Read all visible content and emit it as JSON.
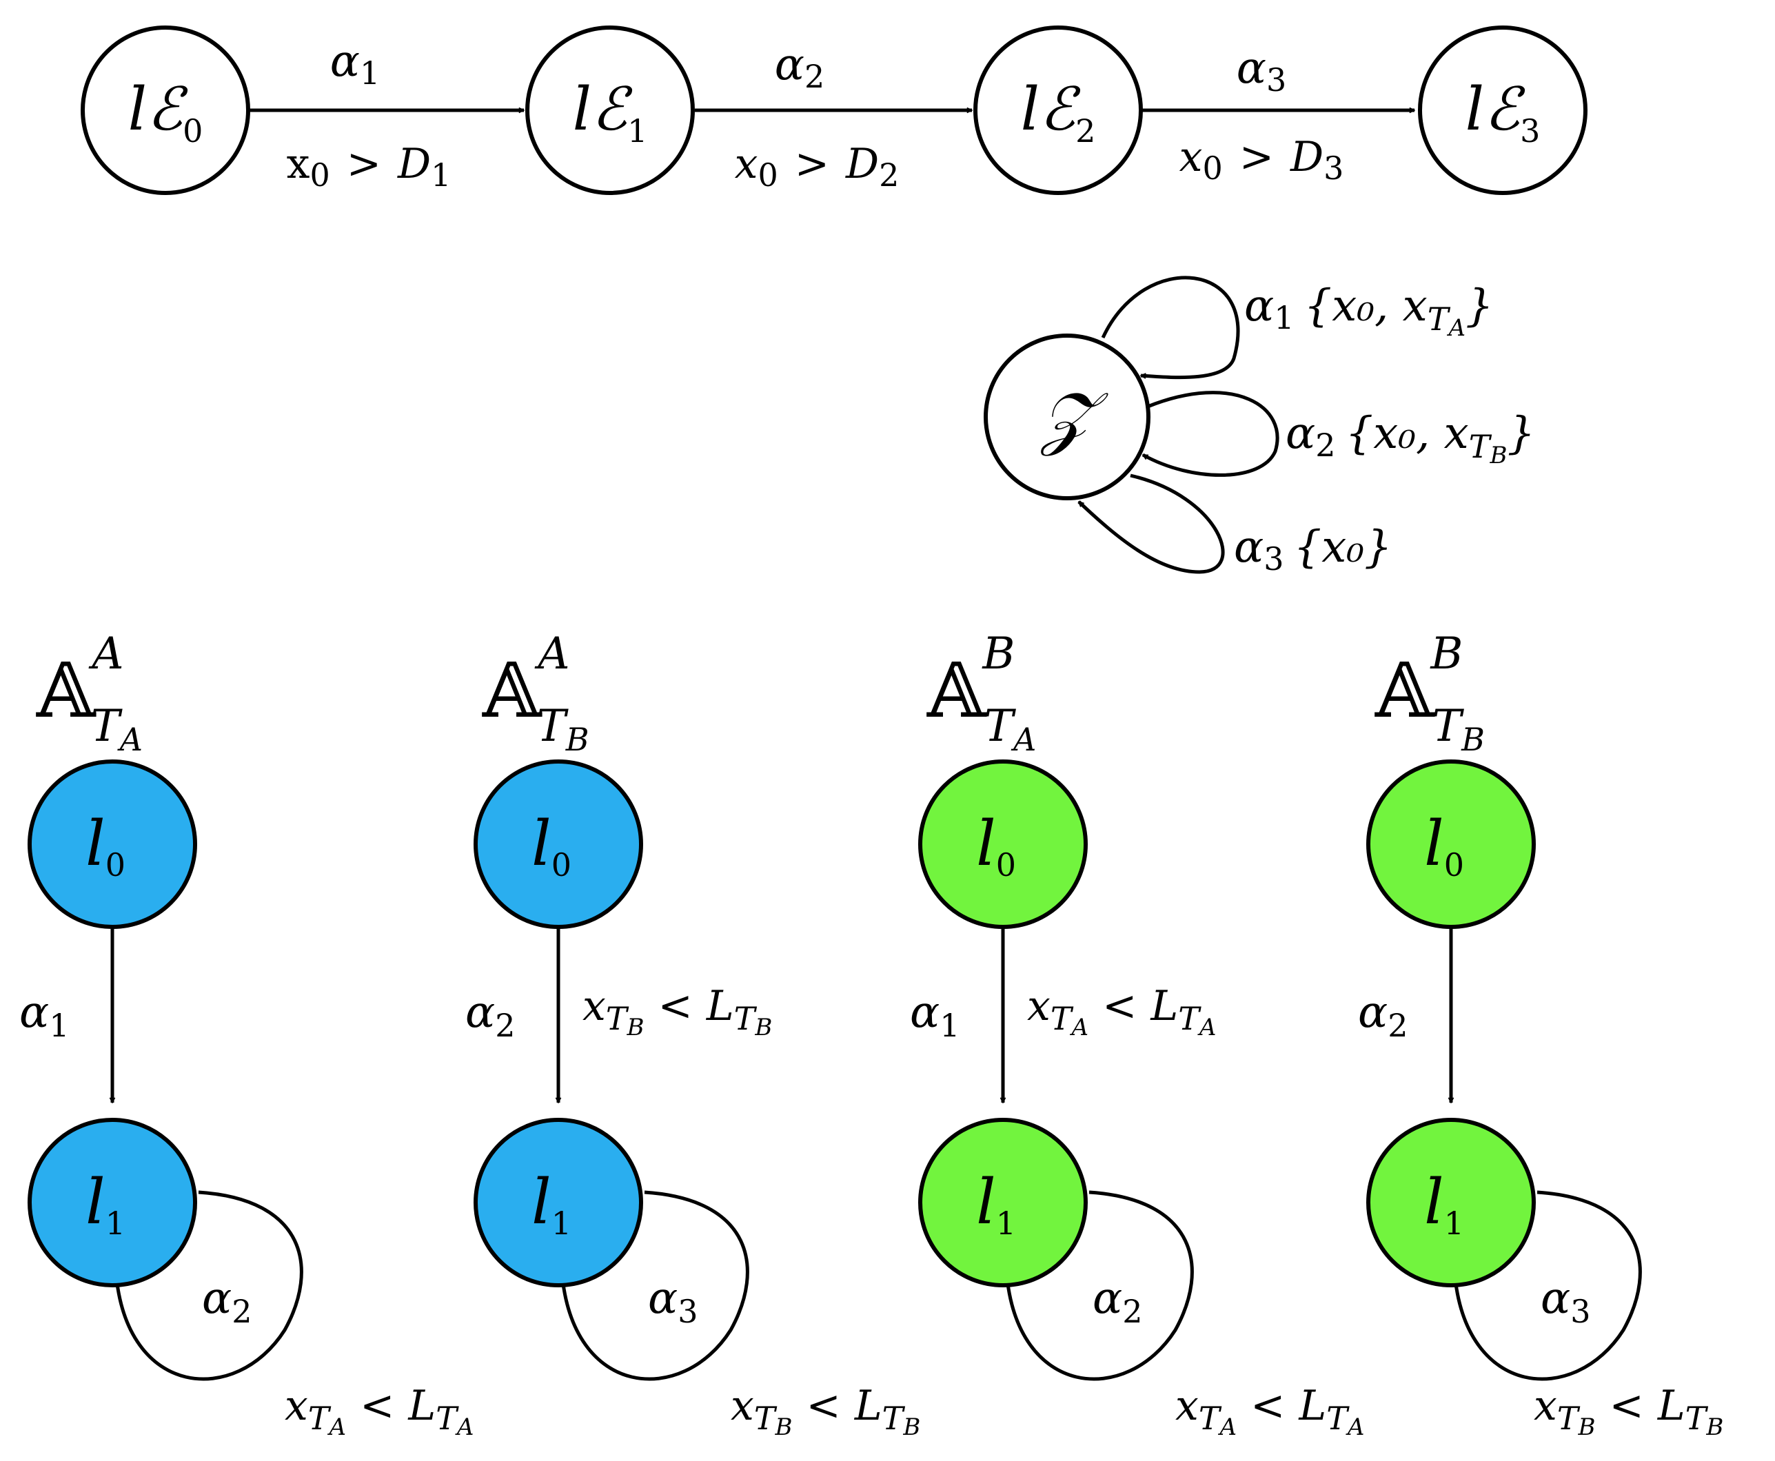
{
  "colors": {
    "blue": "#2AAEEF",
    "green": "#72F43E",
    "white": "#FFFFFF",
    "stroke": "#000000"
  },
  "top_chain": {
    "states": [
      {
        "base": "lℰ",
        "sub": "0"
      },
      {
        "base": "lℰ",
        "sub": "1"
      },
      {
        "base": "lℰ",
        "sub": "2"
      },
      {
        "base": "lℰ",
        "sub": "3"
      }
    ],
    "edges": [
      {
        "action": "α",
        "action_sub": "1",
        "guard_var": "x",
        "guard_var_sub": "0",
        "op": ">",
        "bound": "D",
        "bound_sub": "1"
      },
      {
        "action": "α",
        "action_sub": "2",
        "guard_var": "x",
        "guard_var_sub": "0",
        "op": ">",
        "bound": "D",
        "bound_sub": "2"
      },
      {
        "action": "α",
        "action_sub": "3",
        "guard_var": "x",
        "guard_var_sub": "0",
        "op": ">",
        "bound": "D",
        "bound_sub": "3"
      }
    ]
  },
  "z_node": {
    "label": "𝒵",
    "loops": [
      {
        "action": "α",
        "action_sub": "1",
        "reset": "{x₀, x",
        "reset_sub": "T",
        "reset_subsub": "A",
        "close": "}"
      },
      {
        "action": "α",
        "action_sub": "2",
        "reset": "{x₀, x",
        "reset_sub": "T",
        "reset_subsub": "B",
        "close": "}"
      },
      {
        "action": "α",
        "action_sub": "3",
        "reset": "{x₀}",
        "reset_sub": "",
        "reset_subsub": "",
        "close": ""
      }
    ]
  },
  "automata": [
    {
      "title": "𝔸",
      "title_sup": "A",
      "title_sub": "T",
      "title_subsub": "A",
      "color": "blue",
      "l0": {
        "base": "l",
        "sub": "0"
      },
      "l1": {
        "base": "l",
        "sub": "1"
      },
      "edge_action": "α",
      "edge_action_sub": "1",
      "edge_guard": {
        "var": "",
        "var_sub": "",
        "var_subsub": "",
        "op": "",
        "bound": "",
        "bound_sub": "",
        "bound_subsub": ""
      },
      "loop_action": "α",
      "loop_action_sub": "2",
      "loop_guard": {
        "var": "x",
        "var_sub": "T",
        "var_subsub": "A",
        "op": "<",
        "bound": "L",
        "bound_sub": "T",
        "bound_subsub": "A"
      }
    },
    {
      "title": "𝔸",
      "title_sup": "A",
      "title_sub": "T",
      "title_subsub": "B",
      "color": "blue",
      "l0": {
        "base": "l",
        "sub": "0"
      },
      "l1": {
        "base": "l",
        "sub": "1"
      },
      "edge_action": "α",
      "edge_action_sub": "2",
      "edge_guard": {
        "var": "x",
        "var_sub": "T",
        "var_subsub": "B",
        "op": "<",
        "bound": "L",
        "bound_sub": "T",
        "bound_subsub": "B"
      },
      "loop_action": "α",
      "loop_action_sub": "3",
      "loop_guard": {
        "var": "x",
        "var_sub": "T",
        "var_subsub": "B",
        "op": "<",
        "bound": "L",
        "bound_sub": "T",
        "bound_subsub": "B"
      }
    },
    {
      "title": "𝔸",
      "title_sup": "B",
      "title_sub": "T",
      "title_subsub": "A",
      "color": "green",
      "l0": {
        "base": "l",
        "sub": "0"
      },
      "l1": {
        "base": "l",
        "sub": "1"
      },
      "edge_action": "α",
      "edge_action_sub": "1",
      "edge_guard": {
        "var": "x",
        "var_sub": "T",
        "var_subsub": "A",
        "op": "<",
        "bound": "L",
        "bound_sub": "T",
        "bound_subsub": "A"
      },
      "loop_action": "α",
      "loop_action_sub": "2",
      "loop_guard": {
        "var": "x",
        "var_sub": "T",
        "var_subsub": "A",
        "op": "<",
        "bound": "L",
        "bound_sub": "T",
        "bound_subsub": "A"
      }
    },
    {
      "title": "𝔸",
      "title_sup": "B",
      "title_sub": "T",
      "title_subsub": "B",
      "color": "green",
      "l0": {
        "base": "l",
        "sub": "0"
      },
      "l1": {
        "base": "l",
        "sub": "1"
      },
      "edge_action": "α",
      "edge_action_sub": "2",
      "edge_guard": {
        "var": "",
        "var_sub": "",
        "var_subsub": "",
        "op": "",
        "bound": "",
        "bound_sub": "",
        "bound_subsub": ""
      },
      "loop_action": "α",
      "loop_action_sub": "3",
      "loop_guard": {
        "var": "x",
        "var_sub": "T",
        "var_subsub": "B",
        "op": "<",
        "bound": "L",
        "bound_sub": "T",
        "bound_subsub": "B"
      }
    }
  ]
}
